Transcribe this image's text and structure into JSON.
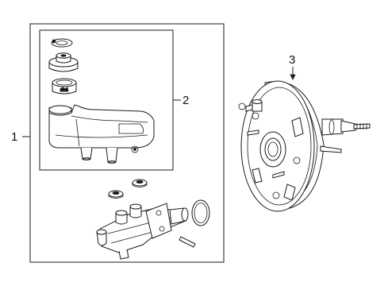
{
  "callouts": {
    "c1": "1",
    "c2": "2",
    "c3": "3"
  },
  "colors": {
    "line": "#1a1a1a",
    "background": "#ffffff"
  }
}
